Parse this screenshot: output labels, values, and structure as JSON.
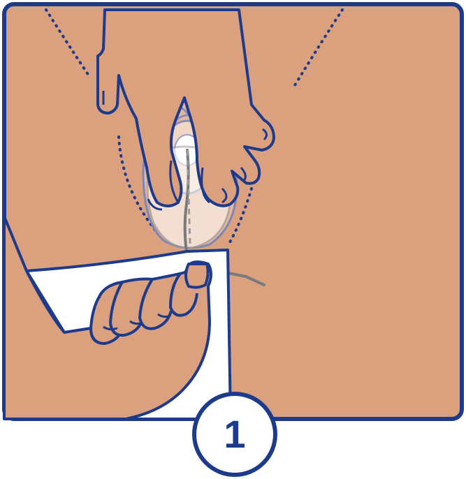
{
  "step": {
    "number": "1"
  },
  "colors": {
    "skin": "#dba07d",
    "outline": "#1d3b8c",
    "tissue": "#ffffff",
    "string": "#7a7a7a",
    "dots": "#1d3b8c",
    "badge_fill": "#ffffff"
  },
  "icons": {
    "main": "tampon-removal-illustration",
    "badge": "step-number-circle"
  }
}
